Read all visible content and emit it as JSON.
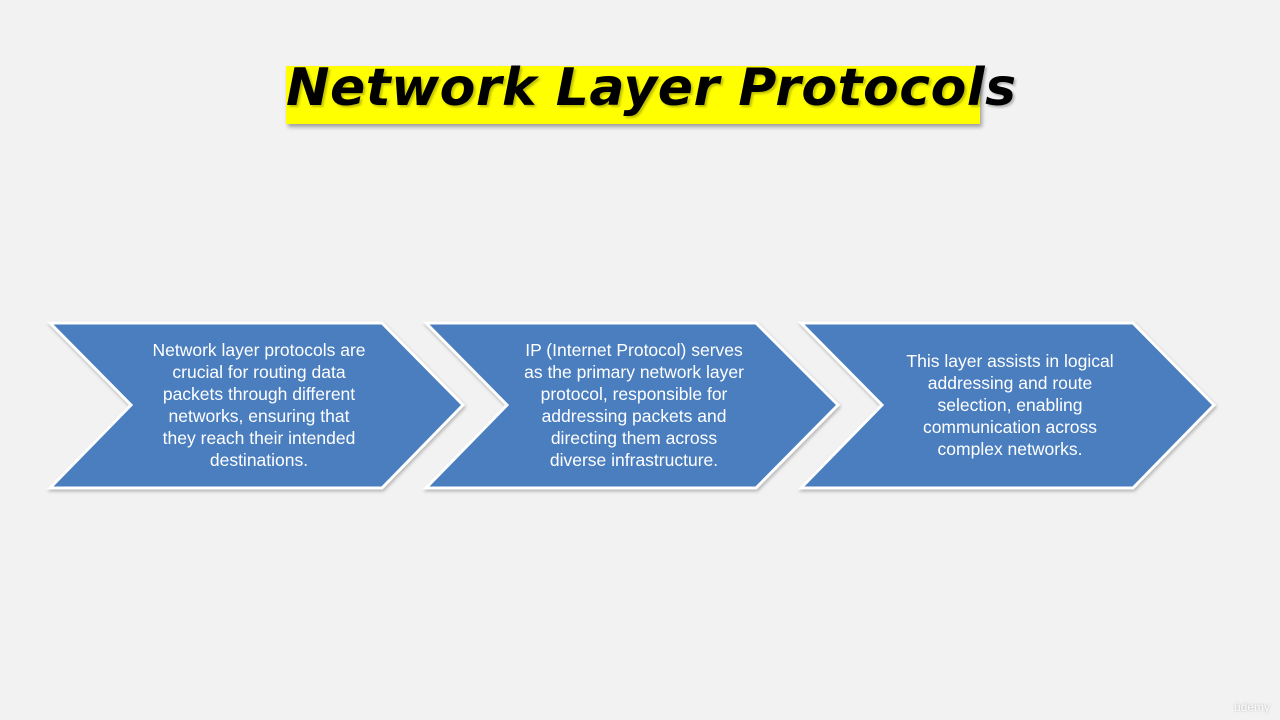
{
  "title": "Network Layer Protocols",
  "colors": {
    "background": "#f2f2f2",
    "title_highlight": "#ffff00",
    "chevron_fill": "#4a7ebf",
    "chevron_stroke": "#ffffff",
    "step_text": "#ffffff"
  },
  "steps": [
    {
      "text": "Network layer protocols are\ncrucial for routing data\npackets through different\nnetworks, ensuring that\nthey reach their intended\ndestinations."
    },
    {
      "text": "IP (Internet Protocol) serves\nas the primary network layer\nprotocol, responsible for\naddressing packets and\ndirecting them across\ndiverse infrastructure."
    },
    {
      "text": "This layer assists in logical\naddressing and route\nselection, enabling\ncommunication across\ncomplex networks."
    }
  ],
  "watermark": "ûdemy"
}
